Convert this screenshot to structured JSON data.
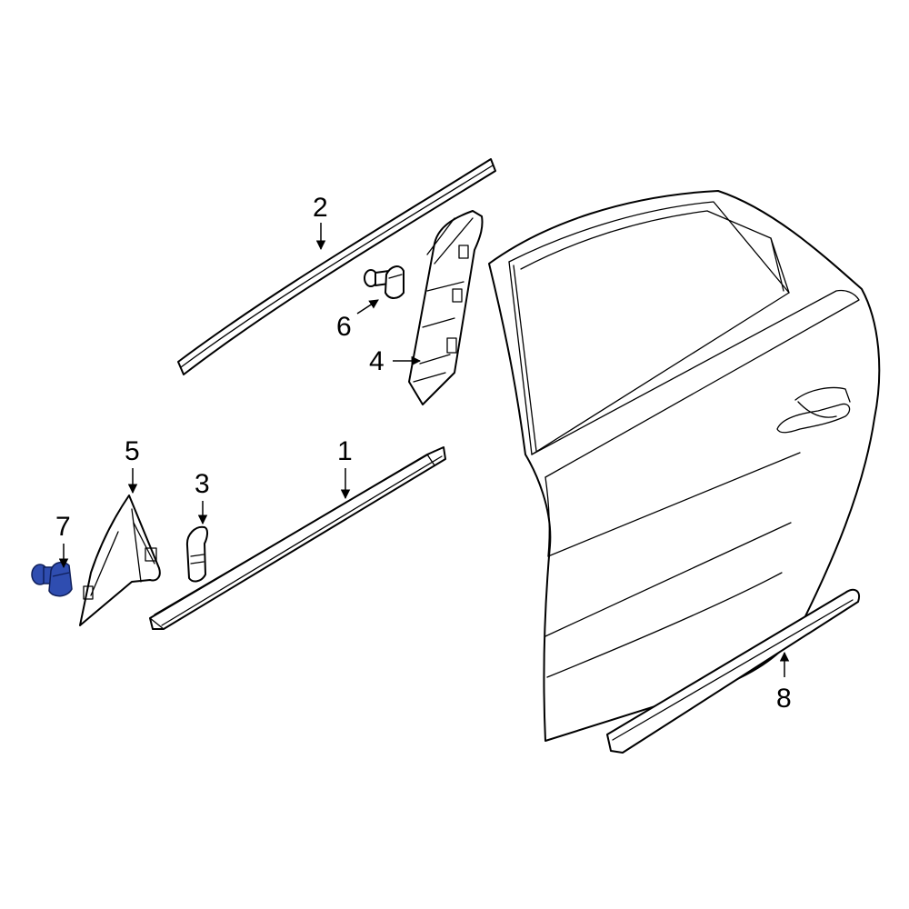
{
  "callouts": {
    "c1": "1",
    "c2": "2",
    "c3": "3",
    "c4": "4",
    "c5": "5",
    "c6": "6",
    "c7": "7",
    "c8": "8"
  },
  "colors": {
    "line": "#000000",
    "highlight_fill": "#2f4db0",
    "highlight_stroke": "#0f1f5a",
    "background": "#ffffff"
  },
  "highlighted_part": "7"
}
